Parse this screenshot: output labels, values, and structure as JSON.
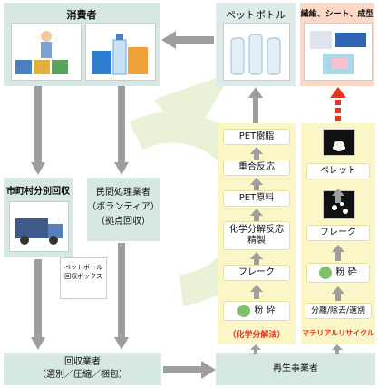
{
  "consumer": {
    "label": "消費者"
  },
  "pet_bottle": {
    "label": "ペットボトル"
  },
  "products": {
    "label": "繊維、シート、成型"
  },
  "municipal": {
    "label": "市町村分別回収"
  },
  "private": {
    "line1": "民間処理業者",
    "line2": "（ボランティア）",
    "line3": "（拠点回収）"
  },
  "collection_box": {
    "line1": "ペットボトル",
    "line2": "回収ボックス"
  },
  "collector": {
    "line1": "回収業者",
    "line2": "（選別／圧縮／梱包）"
  },
  "recycler": {
    "label": "再生事業者"
  },
  "chemical": {
    "steps": [
      "PET樹脂",
      "重合反応",
      "PET原料"
    ],
    "decompose": {
      "line1": "化学分解反応",
      "line2": "精製"
    },
    "flake": "フレーク",
    "crush": "粉 砕",
    "method": "（化学分解法）"
  },
  "material": {
    "pellet": "ペレット",
    "flake": "フレーク",
    "crush": "粉 砕",
    "sort": "分離/除去/選別",
    "method": "マテリアルリサイクル"
  },
  "colors": {
    "teal_box": "#d6e7e4",
    "yellow_panel": "#fbf6c8",
    "peach_box": "#fcd8c6",
    "gray_arrow": "#9e9e9e",
    "red_accent": "#e8341c",
    "cycle_arrow": "#e9f1d6"
  }
}
